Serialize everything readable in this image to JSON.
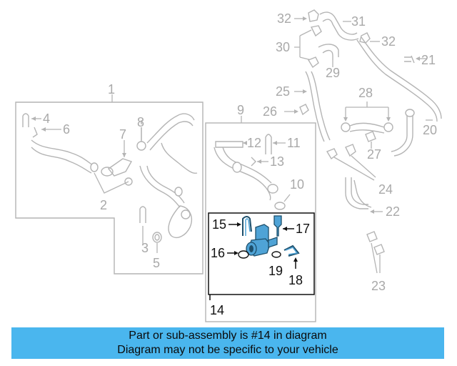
{
  "diagram": {
    "highlighted_part": "14",
    "callouts": {
      "c1": "1",
      "c2": "2",
      "c3": "3",
      "c4": "4",
      "c5": "5",
      "c6": "6",
      "c7": "7",
      "c8": "8",
      "c9": "9",
      "c10": "10",
      "c11": "11",
      "c12": "12",
      "c13": "13",
      "c14": "14",
      "c15": "15",
      "c16": "16",
      "c17": "17",
      "c18": "18",
      "c19": "19",
      "c20": "20",
      "c21": "21",
      "c22": "22",
      "c23": "23",
      "c24": "24",
      "c25": "25",
      "c26": "26",
      "c27": "27",
      "c28": "28",
      "c29": "29",
      "c30": "30",
      "c31": "31",
      "c32a": "32",
      "c32b": "32"
    },
    "colors": {
      "highlight_part": "#4fa3d6",
      "muted_lines": "#b4b4b4",
      "banner": "#4ab6ee"
    }
  },
  "banner": {
    "line1": "Part or sub-assembly is #14 in diagram",
    "line2": "Diagram may not be specific to your vehicle"
  }
}
